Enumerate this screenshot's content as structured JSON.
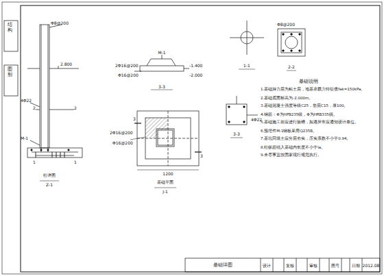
{
  "diagram": {
    "labels": [
      "结构",
      "图别",
      "Φ8@200",
      "2.800",
      "4Φ22",
      "2",
      "2",
      "M-1",
      "1",
      "1",
      "柱详图",
      "Z-1",
      "M-1",
      "-1.400",
      "-2.000",
      "2Φ16@200",
      "Φ16@200",
      "3-3",
      "3",
      "3",
      "2Φ16@200",
      "Φ16@200",
      "1200",
      "基础平面",
      "J-1",
      "1-1",
      "Φ8@200",
      "2-2",
      "4Φ22",
      "3-3",
      "基础说明",
      "1.基础持力层为粘土层，地基承载力特征值fak=150kPa。",
      "2.基础底面标高为-2.000m。",
      "3.基础混凝土强度等级C25，垫层C15，厚100。",
      "4.钢筋：Φ为HPB235级，Φ为HRB335级。",
      "5.基础施工前应进行验槽，如遇异常应通知设计单位。",
      "6.预埋件M-1钢板采用Q235B。",
      "7.基坑回填土应分层夯实，压实系数不小于0.94。",
      "8.柱纵筋锚入基础内长度不小于la。",
      "9.未尽事宜按国家现行规范执行。",
      "基础详图",
      "设计",
      "复核",
      "审核",
      "图号",
      "日期",
      "2012.08"
    ]
  }
}
